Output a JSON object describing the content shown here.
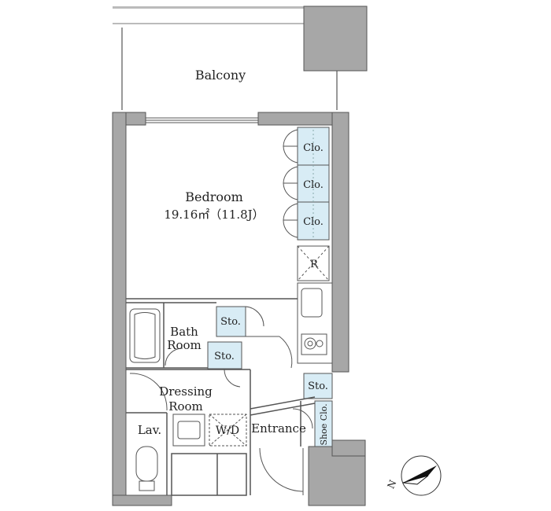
{
  "rooms": {
    "balcony": "Balcony",
    "bedroom": "Bedroom",
    "bedroom_area": "19.16㎡（11.8J）",
    "bath": [
      "Bath",
      "Room"
    ],
    "dressing": [
      "Dressing",
      "Room"
    ],
    "lavatory": "Lav.",
    "entrance": "Entrance",
    "washer_dryer": "W/D",
    "refrigerator": "R"
  },
  "storage": {
    "closet": "Clo.",
    "storage": "Sto.",
    "shoe_closet": "Shoe Clo."
  },
  "compass": {
    "label": "N"
  },
  "colors": {
    "wall": "#a7a7a7",
    "storage_fill": "#d8ecf5",
    "line": "#333333"
  }
}
